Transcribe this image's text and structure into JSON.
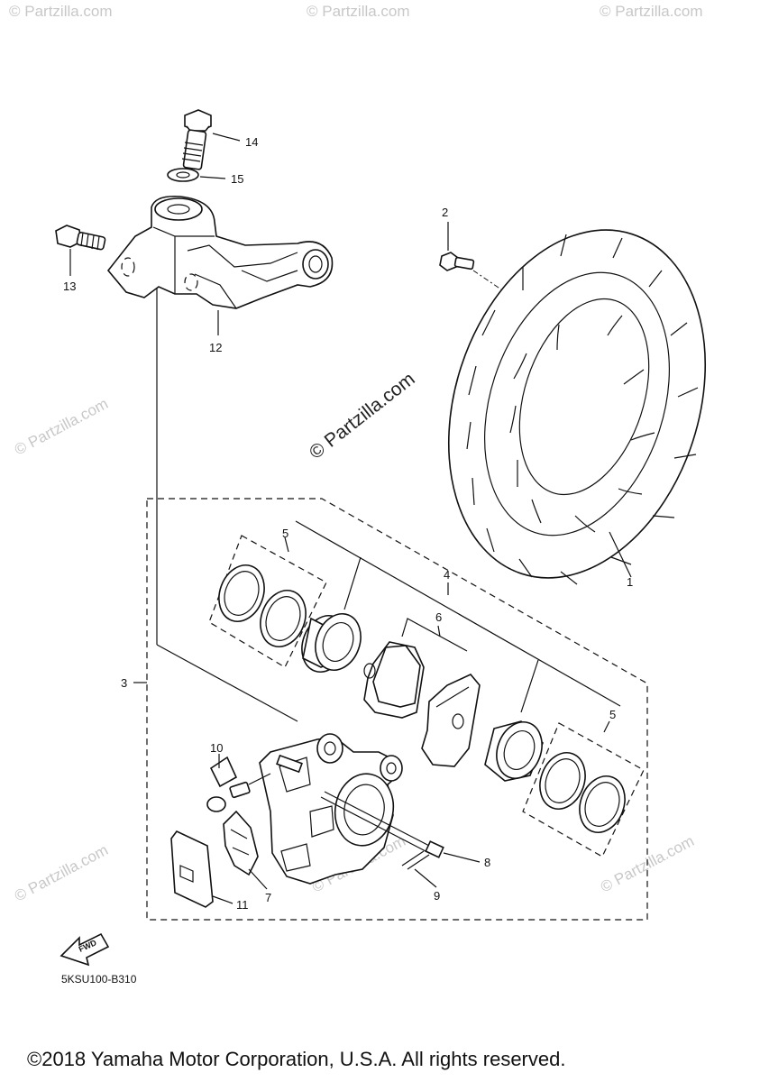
{
  "diagram": {
    "callouts": {
      "n1": "1",
      "n2": "2",
      "n3": "3",
      "n4": "4",
      "n5a": "5",
      "n5b": "5",
      "n6": "6",
      "n7": "7",
      "n8": "8",
      "n9": "9",
      "n10": "10",
      "n11": "11",
      "n12": "12",
      "n13": "13",
      "n14": "14",
      "n15": "15"
    },
    "diagram_code": "5KSU100-B310",
    "fwd_label": "FWD"
  },
  "watermarks": {
    "center": "© Partzilla.com",
    "repeat": "© Partzilla.com"
  },
  "footer": {
    "copyright": "©2018 Yamaha Motor Corporation, U.S.A. All rights reserved."
  }
}
